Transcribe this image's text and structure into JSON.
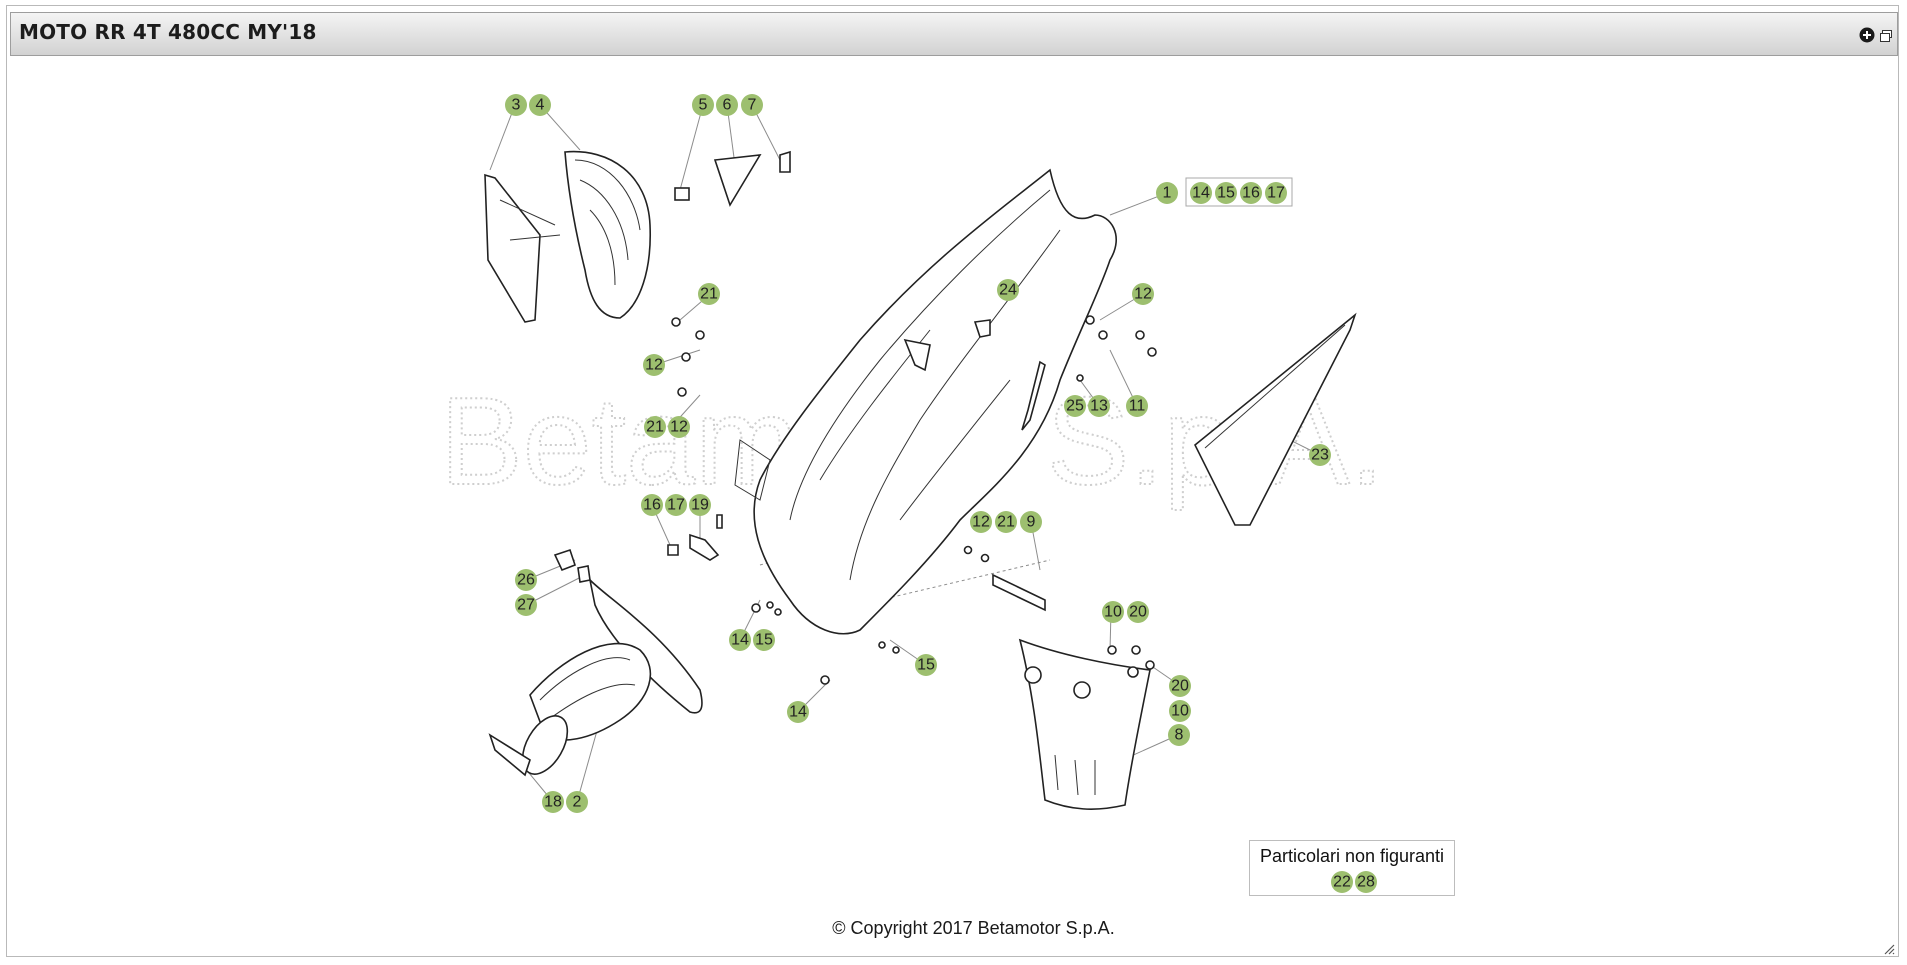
{
  "window": {
    "title": "MOTO RR 4T 480CC MY'18",
    "icons": [
      "expand-icon",
      "restore-icon"
    ]
  },
  "diagram": {
    "watermark": "Betamotor S.p.A.",
    "callouts": [
      "1",
      "14",
      "15",
      "16",
      "17",
      "3",
      "4",
      "5",
      "6",
      "7",
      "21",
      "24",
      "12",
      "12",
      "21",
      "12",
      "11",
      "25",
      "13",
      "23",
      "16",
      "17",
      "19",
      "12",
      "21",
      "9",
      "26",
      "27",
      "14",
      "15",
      "10",
      "20",
      "20",
      "10",
      "8",
      "15",
      "14",
      "18",
      "2"
    ]
  },
  "not_shown": {
    "title": "Particolari non figuranti",
    "items": [
      "22",
      "28"
    ]
  },
  "footer": {
    "copyright": "© Copyright 2017 Betamotor S.p.A."
  }
}
